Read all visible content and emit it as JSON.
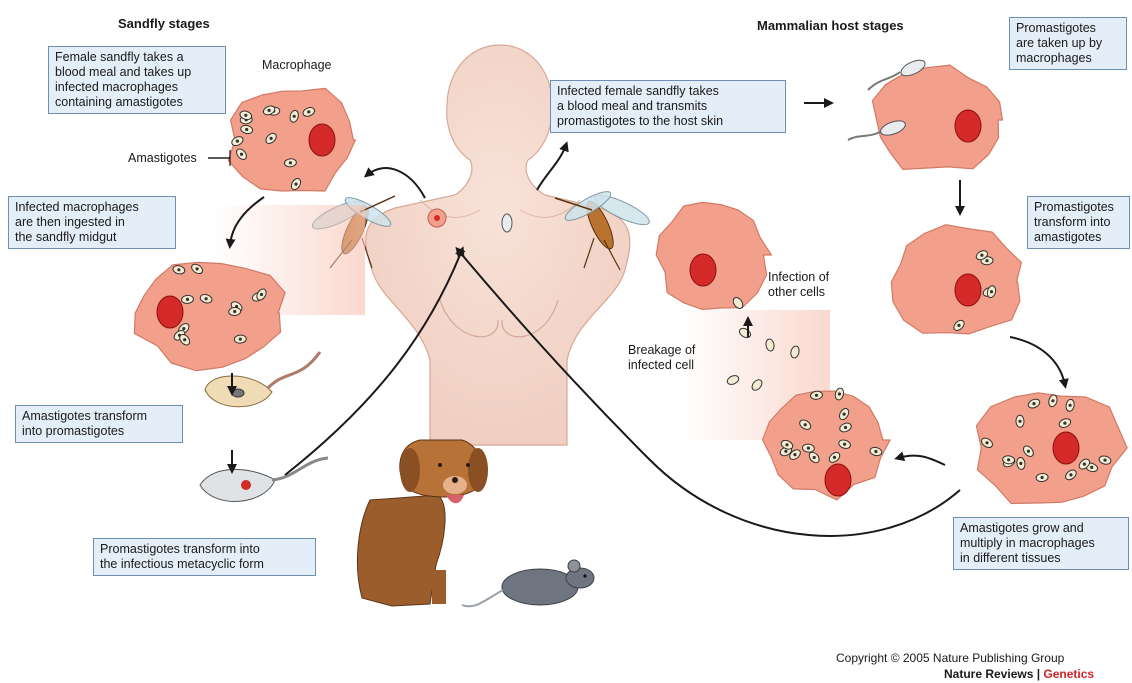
{
  "headings": {
    "sandfly": "Sandfly stages",
    "mammalian": "Mammalian host stages"
  },
  "labels": {
    "macrophage": "Macrophage",
    "amastigotes": "Amastigotes",
    "infection_other": "Infection of\nother cells",
    "breakage": "Breakage of\ninfected cell"
  },
  "boxes": {
    "female_meal": "Female sandfly takes a\nblood meal and takes up\ninfected macrophages\ncontaining amastigotes",
    "ingested": "Infected macrophages\nare then ingested in\nthe sandfly midgut",
    "transform_promastigotes": "Amastigotes transform\ninto promastigotes",
    "metacyclic": "Promastigotes transform into\nthe infectious metacyclic form",
    "infected_female": "Infected female sandfly takes\na blood meal and transmits\npromastigotes to the host skin",
    "taken_up": "Promastigotes\nare taken up by\nmacrophages",
    "transform_amastigotes": "Promastigotes\ntransform into\namastigotes",
    "grow": "Amastigotes grow and\nmultiply in macrophages\nin different tissues"
  },
  "credits": {
    "copyright": "Copyright © 2005 Nature Publishing Group",
    "journal": "Nature Reviews",
    "separator": " | ",
    "section": "Genetics"
  },
  "colors": {
    "cell_fill": "#f2a08c",
    "nucleus": "#d42a2a",
    "box_fill": "#e4eef8",
    "box_border": "#6e8fb2",
    "body_fill": "#f5d9cf",
    "genetics_red": "#d2232a"
  }
}
